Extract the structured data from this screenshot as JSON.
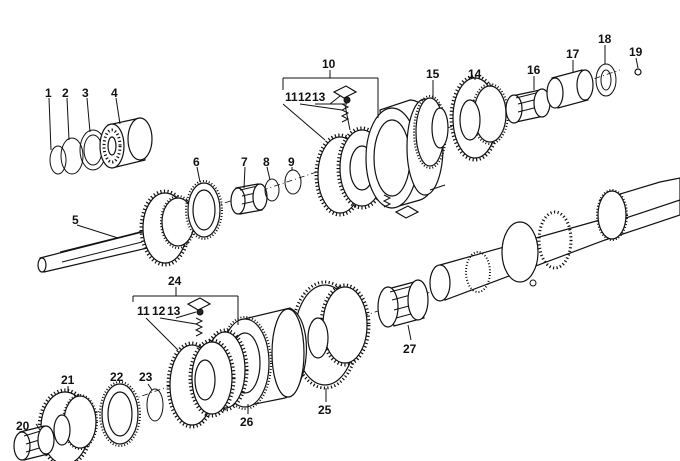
{
  "diagram": {
    "labels": {
      "p1": "1",
      "p2": "2",
      "p3": "3",
      "p4": "4",
      "p5": "5",
      "p6": "6",
      "p7": "7",
      "p8": "8",
      "p9": "9",
      "p10": "10",
      "p11a": "11",
      "p12a": "12",
      "p13a": "13",
      "p14": "14",
      "p15": "15",
      "p16": "16",
      "p17": "17",
      "p18": "18",
      "p19": "19",
      "p20": "20",
      "p21": "21",
      "p22": "22",
      "p23": "23",
      "p24": "24",
      "p11b": "11",
      "p12b": "12",
      "p13b": "13",
      "p25": "25",
      "p26": "26",
      "p27": "27"
    }
  }
}
